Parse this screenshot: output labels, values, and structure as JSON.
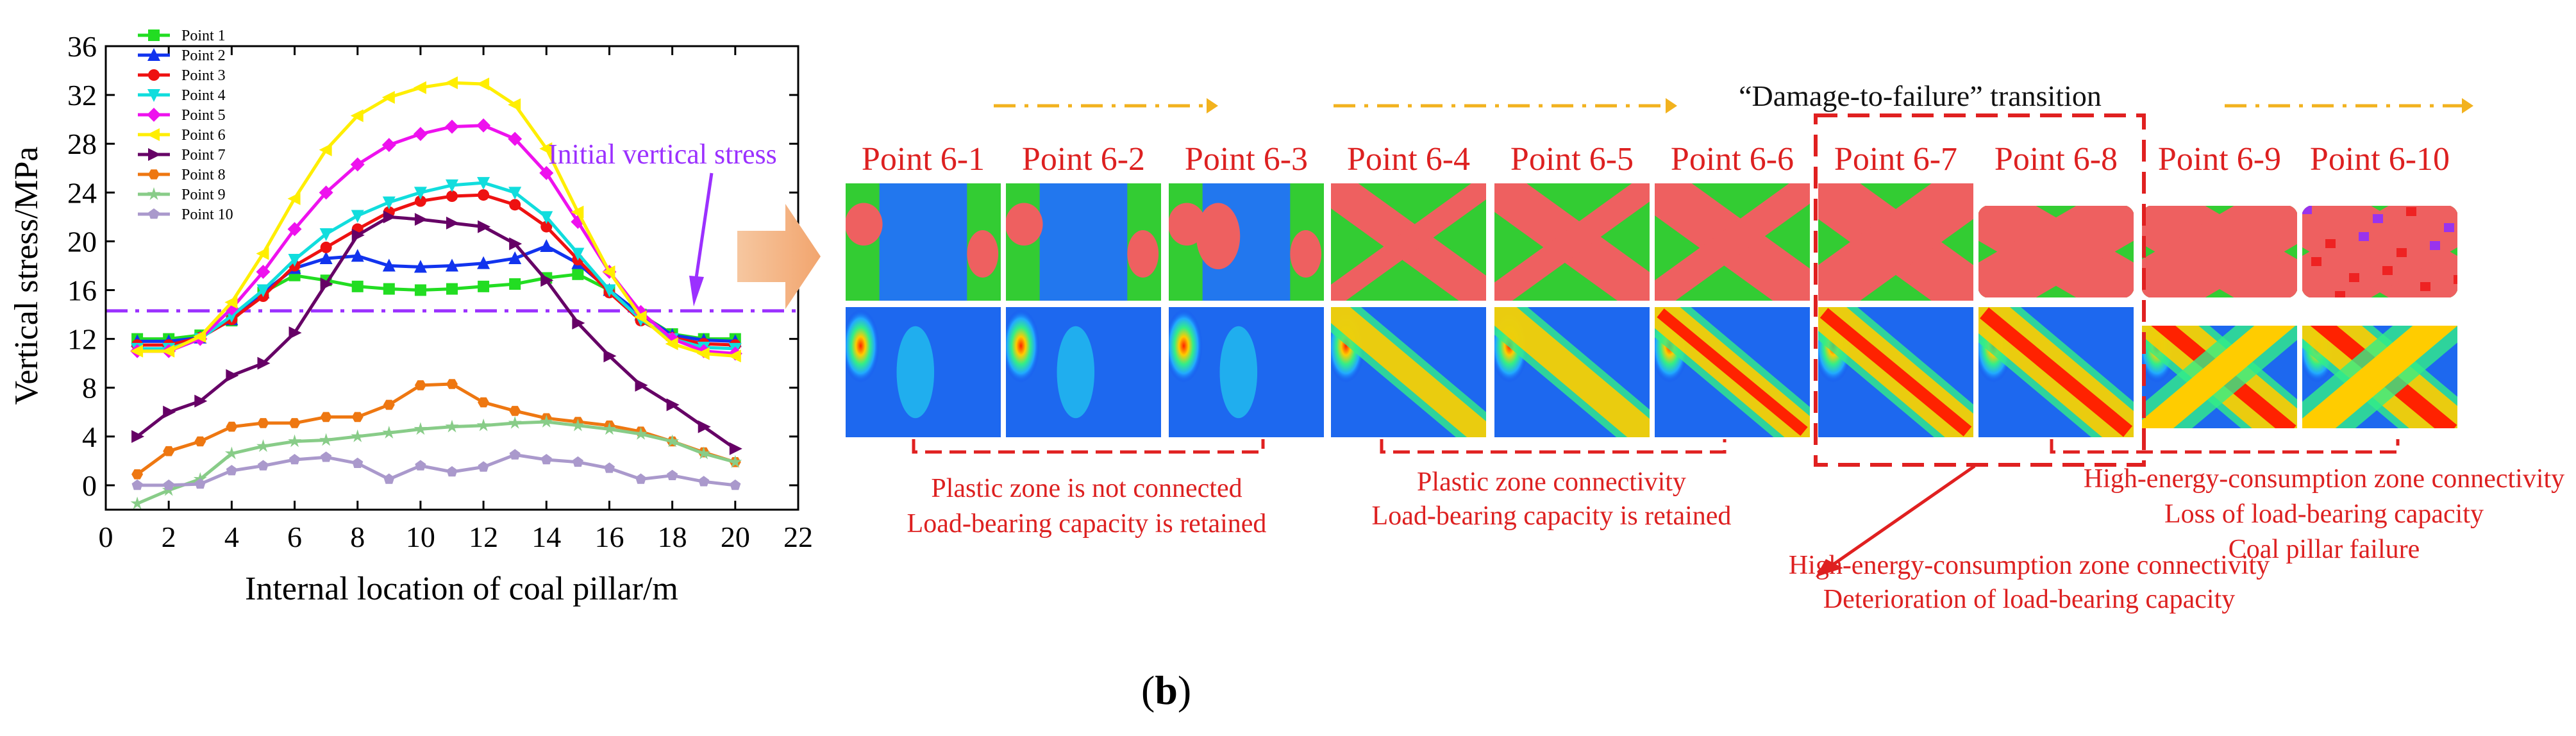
{
  "panel_label": {
    "open": "(",
    "letter": "b",
    "close": ")"
  },
  "chart_data": {
    "type": "line",
    "title": "",
    "xlabel": "Internal location of coal pillar/m",
    "ylabel": "Vertical stress/MPa",
    "xlim": [
      0,
      22
    ],
    "ylim": [
      -2,
      36
    ],
    "xticks": [
      0,
      2,
      4,
      6,
      8,
      10,
      12,
      14,
      16,
      18,
      20,
      22
    ],
    "yticks": [
      0,
      4,
      8,
      12,
      16,
      20,
      24,
      28,
      32,
      36
    ],
    "grid": false,
    "legend_position": "top-left",
    "x": [
      1,
      2,
      3,
      4,
      5,
      6,
      7,
      8,
      9,
      10,
      11,
      12,
      13,
      14,
      15,
      16,
      17,
      18,
      19,
      20
    ],
    "series": [
      {
        "name": "Point 1",
        "color": "#22dd22",
        "marker": "square",
        "values": [
          12.0,
          12.0,
          12.3,
          13.5,
          15.8,
          17.2,
          16.8,
          16.3,
          16.1,
          16.0,
          16.1,
          16.3,
          16.5,
          17.0,
          17.3,
          16.0,
          14.0,
          12.4,
          12.0,
          12.0
        ]
      },
      {
        "name": "Point 2",
        "color": "#1133ee",
        "marker": "triangle",
        "values": [
          11.8,
          11.8,
          12.1,
          13.6,
          15.8,
          17.8,
          18.6,
          18.8,
          18.0,
          17.9,
          18.0,
          18.2,
          18.6,
          19.6,
          18.2,
          16.0,
          14.0,
          12.3,
          11.9,
          11.8
        ]
      },
      {
        "name": "Point 3",
        "color": "#ee1111",
        "marker": "circle",
        "values": [
          11.5,
          11.5,
          12.1,
          13.6,
          15.5,
          18.0,
          19.5,
          21.0,
          22.4,
          23.3,
          23.7,
          23.8,
          23.0,
          21.2,
          18.5,
          15.8,
          13.5,
          12.1,
          11.6,
          11.5
        ]
      },
      {
        "name": "Point 4",
        "color": "#11dddd",
        "marker": "triangle-down",
        "values": [
          11.2,
          11.2,
          12.0,
          13.9,
          16.0,
          18.5,
          20.6,
          22.1,
          23.2,
          24.0,
          24.6,
          24.8,
          24.0,
          22.0,
          19.0,
          16.0,
          13.6,
          12.0,
          11.3,
          11.2
        ]
      },
      {
        "name": "Point 5",
        "color": "#ee11ee",
        "marker": "diamond",
        "values": [
          11.0,
          11.0,
          12.0,
          14.5,
          17.5,
          21.0,
          24.0,
          26.3,
          27.9,
          28.8,
          29.4,
          29.5,
          28.4,
          25.6,
          21.6,
          17.5,
          14.2,
          12.0,
          11.0,
          10.8
        ]
      },
      {
        "name": "Point 6",
        "color": "#ffee00",
        "marker": "triangle-left",
        "values": [
          11.0,
          11.0,
          12.2,
          15.0,
          19.0,
          23.5,
          27.5,
          30.3,
          31.8,
          32.6,
          33.0,
          32.9,
          31.2,
          27.6,
          22.4,
          17.5,
          13.8,
          11.6,
          10.8,
          10.6
        ]
      },
      {
        "name": "Point 7",
        "color": "#660066",
        "marker": "triangle-right",
        "values": [
          4.0,
          6.0,
          6.9,
          9.0,
          10.0,
          12.5,
          16.5,
          20.5,
          22.0,
          21.8,
          21.5,
          21.2,
          19.8,
          16.8,
          13.3,
          10.6,
          8.2,
          6.6,
          4.8,
          3.0
        ]
      },
      {
        "name": "Point 8",
        "color": "#ee7711",
        "marker": "hexagon",
        "values": [
          0.9,
          2.8,
          3.6,
          4.8,
          5.1,
          5.1,
          5.6,
          5.6,
          6.6,
          8.2,
          8.3,
          6.8,
          6.1,
          5.5,
          5.2,
          4.9,
          4.4,
          3.6,
          2.7,
          1.9
        ]
      },
      {
        "name": "Point 9",
        "color": "#88cc88",
        "marker": "star",
        "values": [
          -1.5,
          -0.4,
          0.5,
          2.6,
          3.2,
          3.6,
          3.7,
          4.0,
          4.3,
          4.6,
          4.8,
          4.9,
          5.1,
          5.2,
          4.9,
          4.6,
          4.2,
          3.6,
          2.6,
          1.9
        ]
      },
      {
        "name": "Point 10",
        "color": "#aa99cc",
        "marker": "pentagon",
        "values": [
          0.0,
          0.0,
          0.1,
          1.2,
          1.6,
          2.1,
          2.3,
          1.8,
          0.5,
          1.6,
          1.1,
          1.5,
          2.5,
          2.1,
          1.9,
          1.4,
          0.5,
          0.8,
          0.3,
          0.0
        ]
      }
    ],
    "reference_line": {
      "label": "Initial vertical stress",
      "y": 14.3,
      "color": "#9b30ff"
    }
  },
  "transition_label": "“Damage-to-failure” transition",
  "points": [
    "Point 6-1",
    "Point 6-2",
    "Point 6-3",
    "Point 6-4",
    "Point 6-5",
    "Point 6-6",
    "Point 6-7",
    "Point 6-8",
    "Point 6-9",
    "Point 6-10"
  ],
  "annotations": {
    "group1": [
      "Plastic zone is not connected",
      "Load-bearing capacity is retained"
    ],
    "group2": [
      "Plastic zone connectivity",
      "Load-bearing capacity is retained"
    ],
    "group3": [
      "High-energy-consumption zone connectivity",
      "Deterioration of load-bearing capacity"
    ],
    "group4": [
      "High-energy-consumption zone connectivity",
      "Loss of load-bearing capacity",
      "Coal pillar failure"
    ]
  }
}
